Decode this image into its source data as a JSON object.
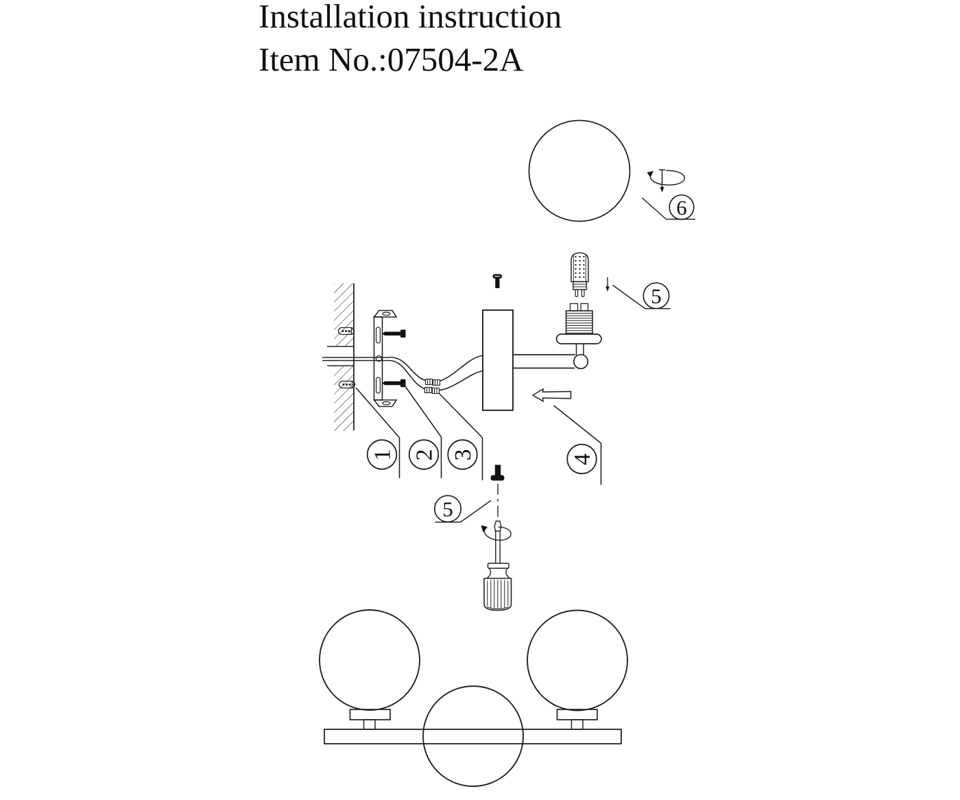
{
  "title": {
    "line1": "Installation instruction",
    "line2": "Item No.:07504-2A"
  },
  "callouts": {
    "c1": "1",
    "c2": "2",
    "c3": "3",
    "c4": "4",
    "c5_top": "5",
    "c5_bottom": "5",
    "c6": "6"
  },
  "colors": {
    "line": "#222222",
    "background": "#ffffff"
  },
  "icons": {
    "globe_rotate": "rotate-screw-icon",
    "bulb_insert": "arrow-down-icon",
    "canopy_insert": "arrow-left-icon",
    "screwdriver_rotate": "rotate-arrow-icon"
  }
}
